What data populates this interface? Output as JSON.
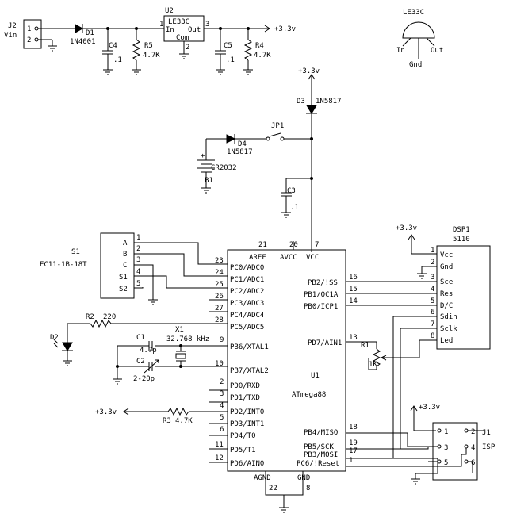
{
  "colors": {
    "ink": "#000000",
    "paper": "#ffffff"
  },
  "power": {
    "j2_ref": "J2",
    "j2_name": "Vin",
    "j2_pin1": "1",
    "j2_pin2": "2",
    "d1_ref": "D1",
    "d1_part": "1N4001",
    "c4_ref": "C4",
    "c4_val": ".1",
    "r5_ref": "R5",
    "r5_val": "4.7K",
    "u2_ref": "U2",
    "u2_part": "LE33C",
    "u2_in": "In",
    "u2_out": "Out",
    "u2_com": "Com",
    "u2_pin1": "1",
    "u2_pin2": "2",
    "u2_pin3": "3",
    "rail_label": "+3.3v",
    "c5_ref": "C5",
    "c5_val": ".1",
    "r4_ref": "R4",
    "r4_val": "4.7K"
  },
  "package": {
    "title": "LE33C",
    "pin_in": "In",
    "pin_gnd": "Gnd",
    "pin_out": "Out"
  },
  "battery": {
    "rail_label": "+3.3v",
    "d3_ref": "D3",
    "d3_part": "1N5817",
    "jp1_ref": "JP1",
    "d4_ref": "D4",
    "d4_part": "1N5817",
    "bat_part": "CR2032",
    "bat_ref": "B1",
    "bat_plus": "+",
    "c3_ref": "C3",
    "c3_val": ".1"
  },
  "encoder": {
    "ref": "S1",
    "part": "EC11-1B-18T",
    "pins": [
      {
        "label": "A",
        "num": "1"
      },
      {
        "label": "B",
        "num": "2"
      },
      {
        "label": "C",
        "num": "3"
      },
      {
        "label": "S1",
        "num": "4"
      },
      {
        "label": "S2",
        "num": "5"
      }
    ]
  },
  "mcu": {
    "ref": "U1",
    "part": "ATmega88",
    "left_pins": [
      {
        "num": "21",
        "name": "AREF"
      },
      {
        "num": "20",
        "name": "AVCC"
      },
      {
        "num": "7",
        "name": "VCC"
      },
      {
        "num": "23",
        "name": "PC0/ADC0"
      },
      {
        "num": "24",
        "name": "PC1/ADC1"
      },
      {
        "num": "25",
        "name": "PC2/ADC2"
      },
      {
        "num": "26",
        "name": "PC3/ADC3"
      },
      {
        "num": "27",
        "name": "PC4/ADC4"
      },
      {
        "num": "28",
        "name": "PC5/ADC5"
      },
      {
        "num": "9",
        "name": "PB6/XTAL1"
      },
      {
        "num": "10",
        "name": "PB7/XTAL2"
      },
      {
        "num": "2",
        "name": "PD0/RXD"
      },
      {
        "num": "3",
        "name": "PD1/TXD"
      },
      {
        "num": "4",
        "name": "PD2/INT0"
      },
      {
        "num": "5",
        "name": "PD3/INT1"
      },
      {
        "num": "6",
        "name": "PD4/T0"
      },
      {
        "num": "11",
        "name": "PD5/T1"
      },
      {
        "num": "12",
        "name": "PD6/AIN0"
      }
    ],
    "right_pins": [
      {
        "num": "16",
        "name": "PB2/!SS"
      },
      {
        "num": "15",
        "name": "PB1/OC1A"
      },
      {
        "num": "14",
        "name": "PB0/ICP1"
      },
      {
        "num": "13",
        "name": "PD7/AIN1"
      },
      {
        "num": "18",
        "name": "PB4/MISO"
      },
      {
        "num": "19",
        "name": "PB5/SCK"
      },
      {
        "num": "17",
        "name": "PB3/MOSI"
      },
      {
        "num": "1",
        "name": "PC6/!Reset"
      }
    ],
    "bottom_pins": [
      {
        "num": "22",
        "name": "AGND"
      },
      {
        "num": "8",
        "name": "GND"
      }
    ]
  },
  "parts": {
    "r2_ref": "R2",
    "r2_val": "220",
    "d2_ref": "D2",
    "c1_ref": "C1",
    "c1_val": "4.7p",
    "x1_ref": "X1",
    "x1_val": "32.768 kHz",
    "c2_ref": "C2",
    "c2_val": "2-20p",
    "r3_ref": "R3",
    "r3_val": "4.7K",
    "r3_rail": "+3.3v",
    "r1_ref": "R1",
    "r1_val": "1K"
  },
  "display": {
    "ref": "DSP1",
    "part": "5110",
    "rail_label": "+3.3v",
    "pins": [
      {
        "num": "1",
        "name": "Vcc"
      },
      {
        "num": "2",
        "name": "Gnd"
      },
      {
        "num": "3",
        "name": "Sce"
      },
      {
        "num": "4",
        "name": "Res"
      },
      {
        "num": "5",
        "name": "D/C"
      },
      {
        "num": "6",
        "name": "Sdin"
      },
      {
        "num": "7",
        "name": "Sclk"
      },
      {
        "num": "8",
        "name": "Led"
      }
    ]
  },
  "isp": {
    "ref": "J1",
    "name": "ISP",
    "rail_label": "+3.3v",
    "pins": [
      "1",
      "2",
      "3",
      "4",
      "5",
      "6"
    ]
  }
}
